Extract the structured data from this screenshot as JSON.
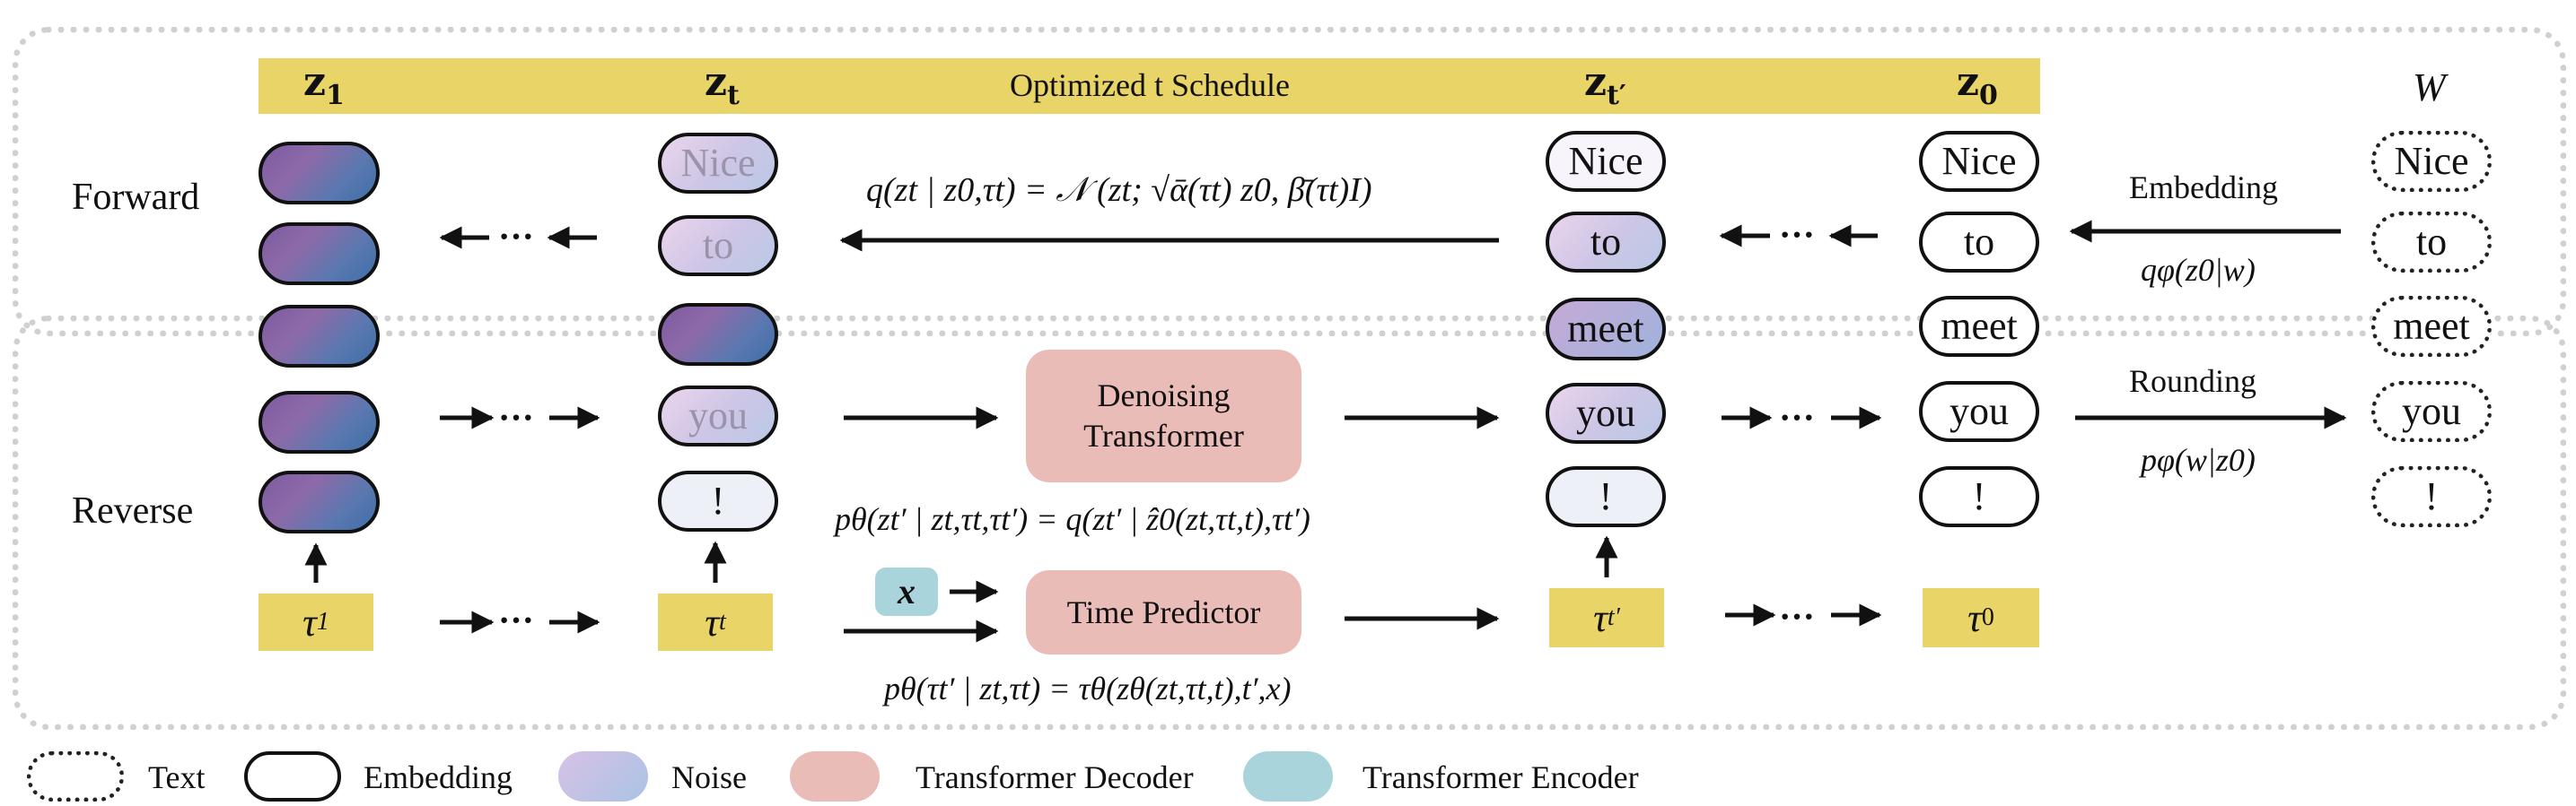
{
  "labels": {
    "z1": "z",
    "z1_sub": "1",
    "zt": "z",
    "zt_sub": "t",
    "ztp": "z",
    "ztp_sub": "t′",
    "z0": "z",
    "z0_sub": "0",
    "schedule": "Optimized t Schedule",
    "forward": "Forward",
    "reverse": "Reverse",
    "W": "W",
    "embedding": "Embedding",
    "embedding_eq": "qφ(z0|w)",
    "rounding": "Rounding",
    "rounding_eq": "pφ(w|z0)",
    "ellipsis": "···"
  },
  "tokens": [
    "Nice",
    "to",
    "meet",
    "you",
    "!"
  ],
  "taus": [
    {
      "sym": "τ",
      "sub": "1"
    },
    {
      "sym": "τ",
      "sub": "t"
    },
    {
      "sym": "τ",
      "sub": "t′"
    },
    {
      "sym": "τ",
      "sub": "0"
    }
  ],
  "boxes": {
    "denoising": "Denoising Transformer",
    "time_predictor": "Time Predictor",
    "x": "x"
  },
  "equations": {
    "forward": "q(zt | z0,τt) = 𝒩 (zt; √ᾱ(τt) z0, β̄(τt)I)",
    "reverse_denoise": "pθ(zt′ | zt,τt,τt′) = q(zt′ | ẑ0(zt,τt,t),τt′)",
    "reverse_time": "pθ(τt′ | zt,τt) = τθ(zθ(zt,τt,t),t′,x)"
  },
  "legend": {
    "text": "Text",
    "embedding": "Embedding",
    "noise": "Noise",
    "decoder": "Transformer Decoder",
    "encoder": "Transformer Encoder"
  },
  "colors": {
    "bar": "#e9d468",
    "decoder": "#e9bcb8",
    "encoder": "#a9d4dc",
    "noise": "#cfc6e6"
  }
}
